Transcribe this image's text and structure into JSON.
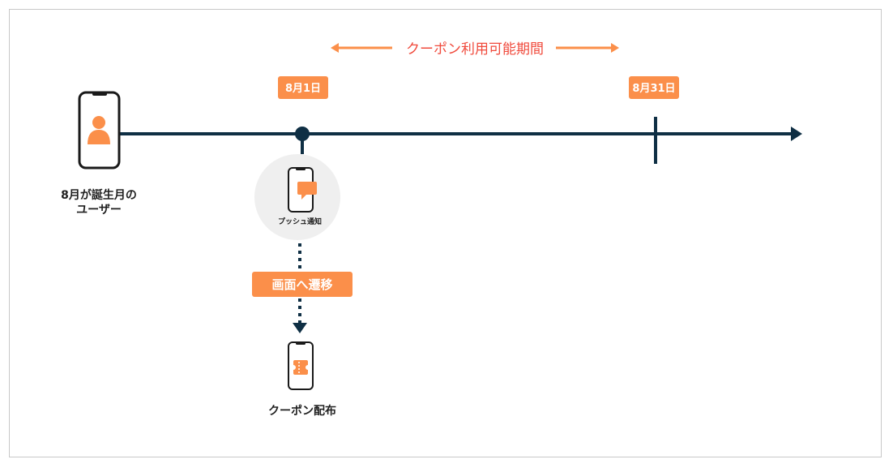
{
  "period_label": "クーポン利用可能期間",
  "start_date": "8月1日",
  "end_date": "8月31日",
  "user_label_line1": "8月が誕生月の",
  "user_label_line2": "ユーザー",
  "push_label": "プッシュ通知",
  "transition_label": "画面へ遷移",
  "coupon_label": "クーポン配布",
  "colors": {
    "accent": "#fb8f4a",
    "timeline": "#0f2f44",
    "period_text": "#f04a3c",
    "circle_bg": "#efefef"
  },
  "icons": [
    "user-phone-icon",
    "push-notification-phone-icon",
    "coupon-phone-icon"
  ]
}
